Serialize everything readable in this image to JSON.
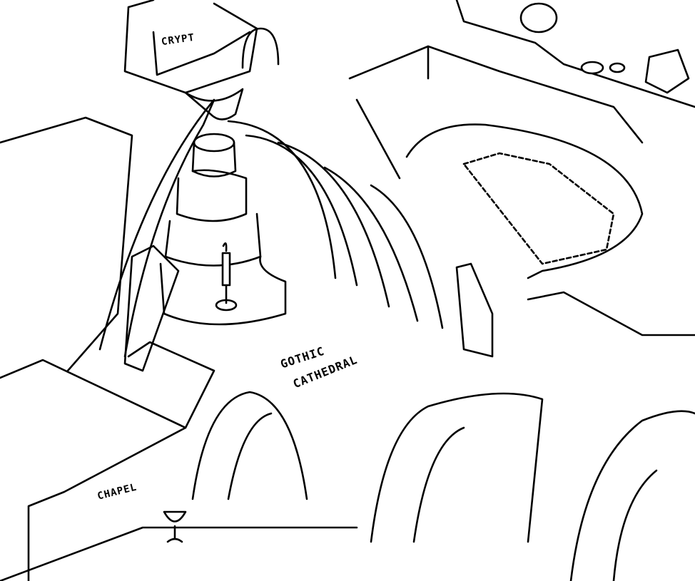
{
  "labels": {
    "crypt": "CRYPT",
    "cathedral_line1": "GOTHIC",
    "cathedral_line2": "CATHEDRAL",
    "chapel": "CHAPEL"
  },
  "colors": {
    "ink": "#000000",
    "paper": "#ffffff"
  }
}
